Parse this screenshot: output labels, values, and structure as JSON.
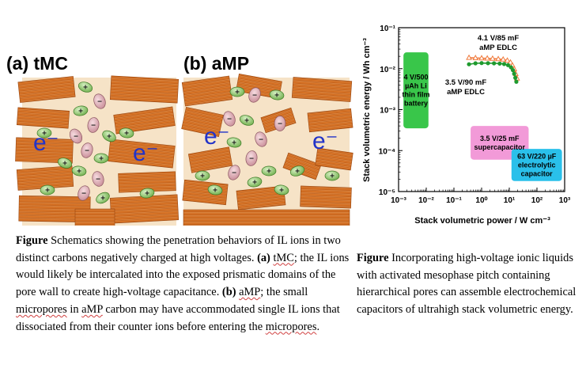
{
  "schematic": {
    "panel_a_label": "(a) tMC",
    "panel_b_label": "(b) aMP",
    "electron_label": "e⁻",
    "cation_sign": "+",
    "anion_sign": "−"
  },
  "chart_data": {
    "type": "scatter",
    "xlabel": "Stack volumetric power / W cm⁻³",
    "ylabel": "Stack volumetric energy / Wh cm⁻³",
    "x_scale": "log",
    "y_scale": "log",
    "xlim": [
      0.001,
      1000
    ],
    "ylim": [
      1e-05,
      0.1
    ],
    "x_ticks": [
      "10⁻³",
      "10⁻²",
      "10⁻¹",
      "10⁰",
      "10¹",
      "10²",
      "10³"
    ],
    "y_ticks": [
      "10⁻⁵",
      "10⁻⁴",
      "10⁻³",
      "10⁻²",
      "10⁻¹"
    ],
    "series": [
      {
        "name": "4.1 V/85 mF aMP EDLC",
        "color": "#f07a3c",
        "marker": "triangle",
        "points": [
          [
            0.35,
            0.0185
          ],
          [
            0.6,
            0.0182
          ],
          [
            1,
            0.018
          ],
          [
            1.6,
            0.0178
          ],
          [
            2.5,
            0.0176
          ],
          [
            4,
            0.0172
          ],
          [
            6,
            0.0168
          ],
          [
            8.5,
            0.0158
          ],
          [
            11,
            0.0142
          ],
          [
            13,
            0.012
          ],
          [
            15,
            0.0098
          ],
          [
            17,
            0.0075
          ],
          [
            19,
            0.0058
          ]
        ]
      },
      {
        "name": "3.5 V/90 mF aMP EDLC",
        "color": "#1f9a2e",
        "marker": "circle",
        "points": [
          [
            0.35,
            0.0128
          ],
          [
            0.6,
            0.0135
          ],
          [
            1,
            0.0137
          ],
          [
            1.7,
            0.0136
          ],
          [
            2.8,
            0.0135
          ],
          [
            4.5,
            0.0133
          ],
          [
            6.5,
            0.013
          ],
          [
            9,
            0.0122
          ],
          [
            11.5,
            0.0108
          ],
          [
            13.5,
            0.0092
          ],
          [
            15,
            0.0075
          ],
          [
            16.5,
            0.006
          ],
          [
            18,
            0.0048
          ]
        ]
      }
    ],
    "regions": [
      {
        "label": "4 V/500 µAh Li thin film battery",
        "color": "#39c64a",
        "x": [
          0.0015,
          0.012
        ],
        "y": [
          0.00035,
          0.025
        ]
      },
      {
        "label": "3.5 V/25 mF supercapacitor",
        "color": "#f29ad8",
        "x": [
          0.4,
          50
        ],
        "y": [
          6e-05,
          0.0004
        ]
      },
      {
        "label": "63 V/220 µF electrolytic capacitor",
        "color": "#2ac0ea",
        "x": [
          12,
          800
        ],
        "y": [
          1.8e-05,
          0.00011
        ]
      }
    ],
    "annotations": [
      {
        "text": "4.1 V/85 mF",
        "line": 1
      },
      {
        "text": "aMP EDLC",
        "line": 2
      },
      {
        "text": "3.5 V/90 mF",
        "line": 1
      },
      {
        "text": "aMP EDLC",
        "line": 2
      }
    ]
  },
  "captions": {
    "left": {
      "lead": "Figure",
      "p1": " Schematics showing the penetration behaviors of IL ions in two distinct carbons negatively charged at high voltages. ",
      "a_tag": "(a)",
      "sp1": " ",
      "tmc": "tMC",
      "p2": "; the IL ions would likely be intercalated into the exposed prismatic domains of the pore wall to create high-voltage capacitance. ",
      "b_tag": "(b)",
      "sp2": " ",
      "amp1": "aMP",
      "p3": "; the small ",
      "micro1": "micropores",
      "p4": " in ",
      "amp2": "aMP",
      "p5": " carbon may have accommodated single IL ions that dissociated from their counter ions before entering the ",
      "micro2": "micropores",
      "p6": "."
    },
    "right": {
      "lead": "Figure",
      "text": " Incorporating high-voltage ionic liquids with activated mesophase pitch containing hierarchical pores can assemble electrochemical capacitors of ultrahigh stack volumetric energy."
    }
  }
}
